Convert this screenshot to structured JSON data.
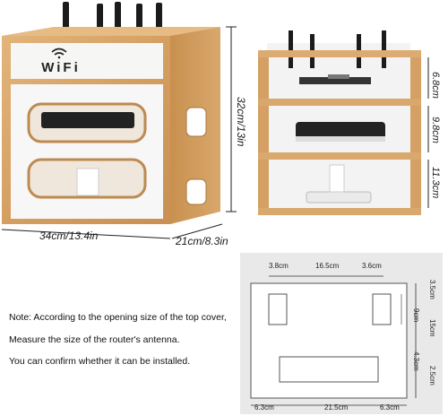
{
  "product": {
    "brand_label": "WiFi",
    "dimensions": {
      "height": "32cm/13in",
      "width": "34cm/13.4in",
      "depth": "21cm/8.3in"
    },
    "shelf_heights": [
      "6.8cm",
      "9.8cm",
      "11.3cm"
    ]
  },
  "diagram": {
    "top_labels": [
      "3.8cm",
      "16.5cm",
      "3.6cm"
    ],
    "bottom_labels": [
      "6.3cm",
      "21.5cm",
      "6.3cm"
    ],
    "right_labels": [
      "3.5cm",
      "15cm",
      "2.5cm"
    ],
    "inner_labels": [
      "9cm",
      "4.3cm"
    ]
  },
  "notes": [
    "Note: According to the opening size of the top cover,",
    "Measure the size of the router's antenna.",
    "You can confirm whether it can be installed."
  ],
  "colors": {
    "wood": "#d9a86c",
    "wood_dark": "#b9844a",
    "panel_white": "#f4f4f4",
    "diagram_bg": "#e6e6e6"
  }
}
